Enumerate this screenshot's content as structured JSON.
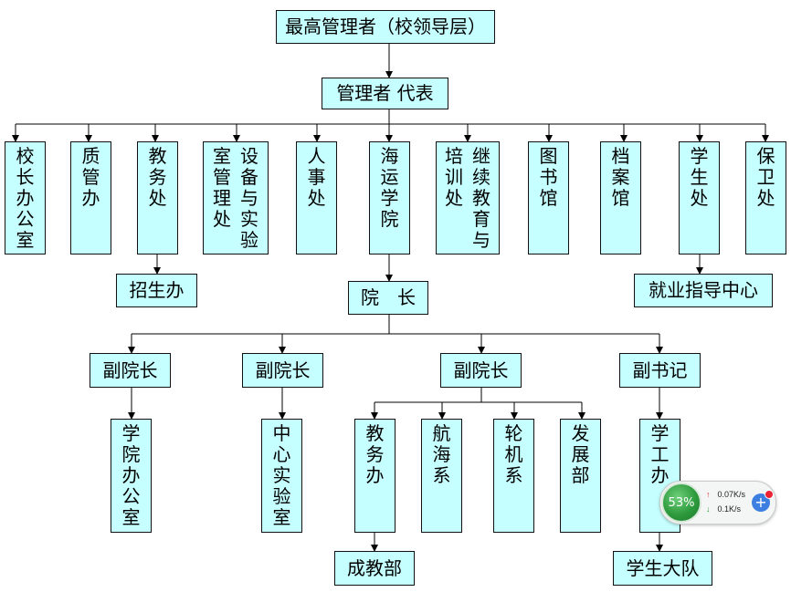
{
  "nodes": {
    "top": "最高管理者（校领导层）",
    "rep": "管理者 代表",
    "principal_office": "校长办公室",
    "quality_office": "质管办",
    "academic_affairs": "教务处",
    "lab_equipment": "设备与实验室管理处",
    "lab_equipment_col1": "设备与实验",
    "lab_equipment_col2": "室管理处",
    "personnel": "人事处",
    "maritime_college": "海运学院",
    "continuing_edu": "继续教育与培训处",
    "continuing_edu_col1": "继续教育与",
    "continuing_edu_col2": "培训处",
    "library": "图书馆",
    "archives": "档案馆",
    "student_affairs": "学生处",
    "security": "保卫处",
    "admissions": "招生办",
    "employment_center": "就业指导中心",
    "dean": "院　长",
    "vice_dean_1": "副院长",
    "vice_dean_2": "副院长",
    "vice_dean_3": "副院长",
    "deputy_secretary": "副书记",
    "college_office": "学院办公室",
    "center_lab": "中心实验室",
    "teaching_office": "教务办",
    "navigation_dept": "航海系",
    "engine_dept": "轮机系",
    "development_dept": "发展部",
    "student_work_office": "学工办",
    "adult_edu": "成教部",
    "student_brigade": "学生大队"
  },
  "network_widget": {
    "percent": "53%",
    "upload": "0.07K/s",
    "download": "0.1K/s",
    "up_icon": "up-arrow-icon",
    "down_icon": "down-arrow-icon",
    "plus_icon": "plus-icon"
  },
  "colors": {
    "box_fill": "#c6ffff",
    "line": "#000000",
    "gauge": "#2d9a3d"
  }
}
